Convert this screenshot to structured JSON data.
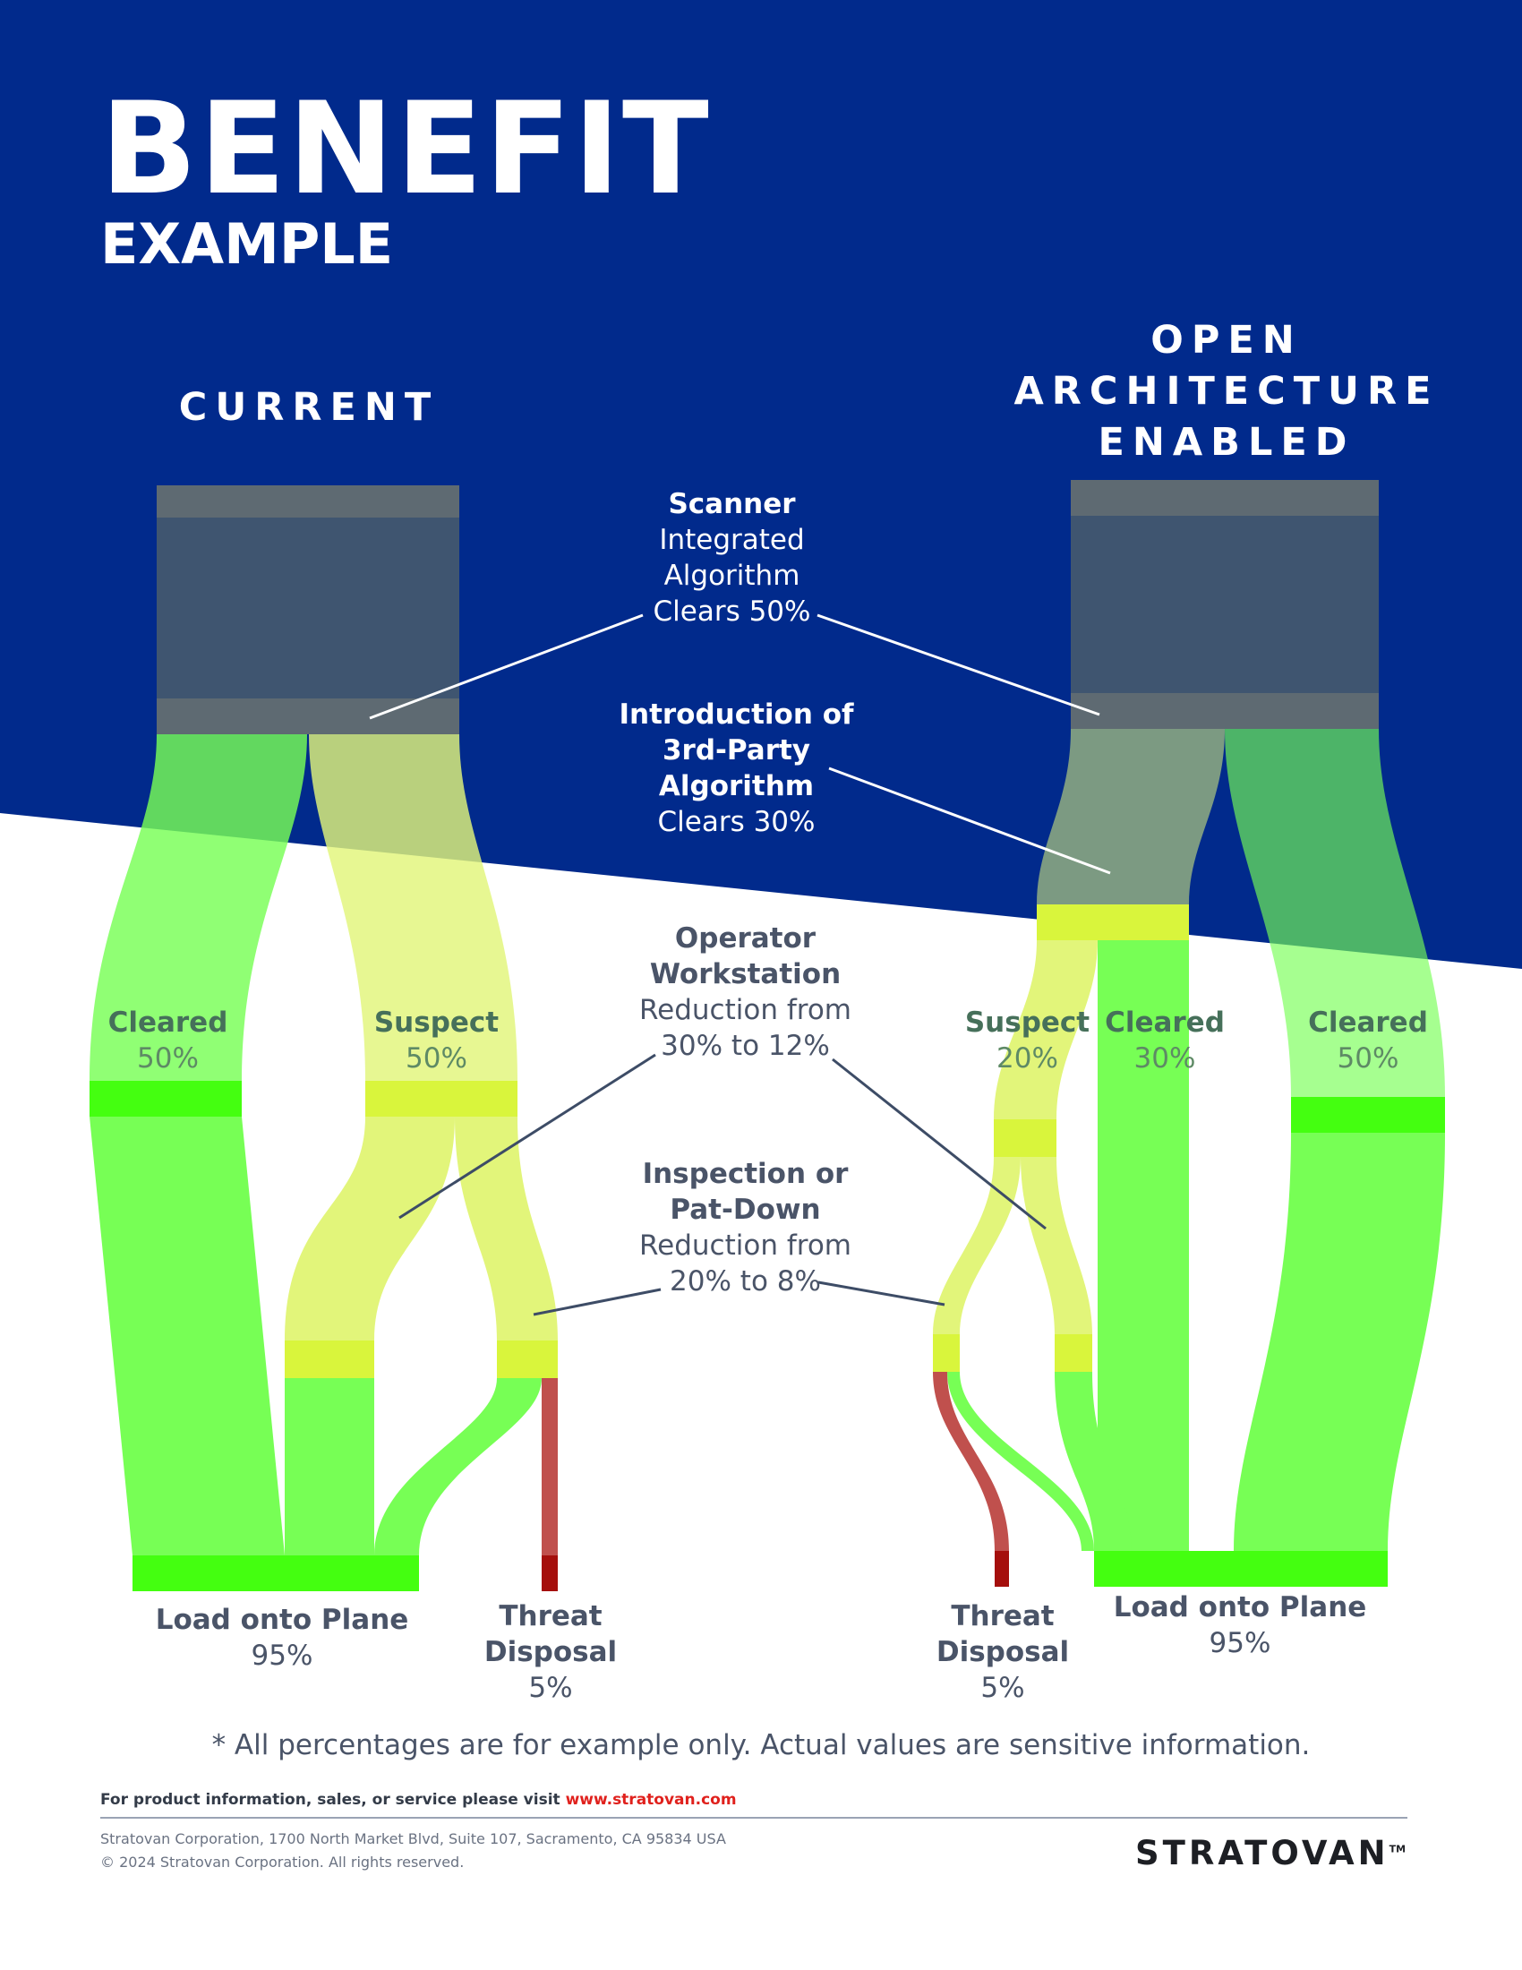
{
  "title": "BENEFIT",
  "subtitle": "EXAMPLE",
  "columns": {
    "current": "CURRENT",
    "open": [
      "OPEN",
      "ARCHITECTURE",
      "ENABLED"
    ]
  },
  "annotations": {
    "scanner": {
      "bold": "Scanner",
      "lines": [
        "Integrated",
        "Algorithm",
        "Clears 50%"
      ]
    },
    "third_party": {
      "bold": [
        "Introduction of",
        "3rd-Party",
        "Algorithm"
      ],
      "lines": [
        "Clears 30%"
      ]
    },
    "operator": {
      "bold": [
        "Operator",
        "Workstation"
      ],
      "lines": [
        "Reduction from",
        "30% to 12%"
      ]
    },
    "inspection": {
      "bold": [
        "Inspection or",
        "Pat-Down"
      ],
      "lines": [
        "Reduction from",
        "20% to 8%"
      ]
    }
  },
  "nodes": {
    "current_cleared": {
      "name": "Cleared",
      "value": "50%"
    },
    "current_suspect": {
      "name": "Suspect",
      "value": "50%"
    },
    "current_load": {
      "name": "Load onto Plane",
      "value": "95%"
    },
    "current_threat": {
      "name": [
        "Threat",
        "Disposal"
      ],
      "value": "5%"
    },
    "open_suspect": {
      "name": "Suspect",
      "value": "20%"
    },
    "open_cleared_30": {
      "name": "Cleared",
      "value": "30%"
    },
    "open_cleared_50": {
      "name": "Cleared",
      "value": "50%"
    },
    "open_load": {
      "name": "Load onto Plane",
      "value": "95%"
    },
    "open_threat": {
      "name": [
        "Threat",
        "Disposal"
      ],
      "value": "5%"
    }
  },
  "note": "* All percentages are for example only. Actual values are sensitive information.",
  "footer": {
    "visit_text": "For product information, sales, or service please visit",
    "url": "www.stratovan.com",
    "address": "Stratovan Corporation, 1700 North Market Blvd, Suite 107, Sacramento, CA 95834 USA",
    "copyright": "© 2024 Stratovan Corporation. All rights reserved.",
    "brand": "STRATOVAN",
    "trademark": "TM"
  },
  "colors": {
    "background_blue": "#012a8c",
    "scanner_gray": "#5e6a72",
    "cleared_green": "#77ff55",
    "suspect_yellow": "#e2f57a",
    "threat_red": "#c0504d",
    "node_green": "#44ff10",
    "node_yellow": "#d9f53c",
    "node_red": "#a50f0c"
  }
}
